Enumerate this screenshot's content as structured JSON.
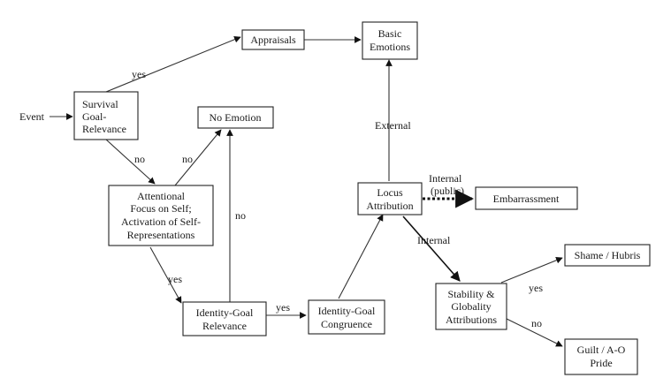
{
  "diagram": {
    "start_label": "Event",
    "nodes": {
      "survival": [
        "Survival",
        "Goal-",
        "Relevance"
      ],
      "appraisals": [
        "Appraisals"
      ],
      "basic": [
        "Basic",
        "Emotions"
      ],
      "noemotion": [
        "No Emotion"
      ],
      "attention": [
        "Attentional",
        "Focus on Self;",
        "Activation of Self-",
        "Representations"
      ],
      "locus": [
        "Locus",
        "Attribution"
      ],
      "embarrassment": [
        "Embarrassment"
      ],
      "shame": [
        "Shame / Hubris"
      ],
      "stability": [
        "Stability &",
        "Globality",
        "Attributions"
      ],
      "guilt": [
        "Guilt / A-O",
        "Pride"
      ],
      "identity_rel": [
        "Identity-Goal",
        "Relevance"
      ],
      "identity_con": [
        "Identity-Goal",
        "Congruence"
      ]
    },
    "edge_labels": {
      "yes_survival": "yes",
      "no_survival": "no",
      "no_attention": "no",
      "no_identity": "no",
      "yes_attention": "yes",
      "yes_identity": "yes",
      "external": "External",
      "internal_public": "Internal\n(public)",
      "internal": "Internal",
      "yes_stability": "yes",
      "no_stability": "no"
    }
  }
}
